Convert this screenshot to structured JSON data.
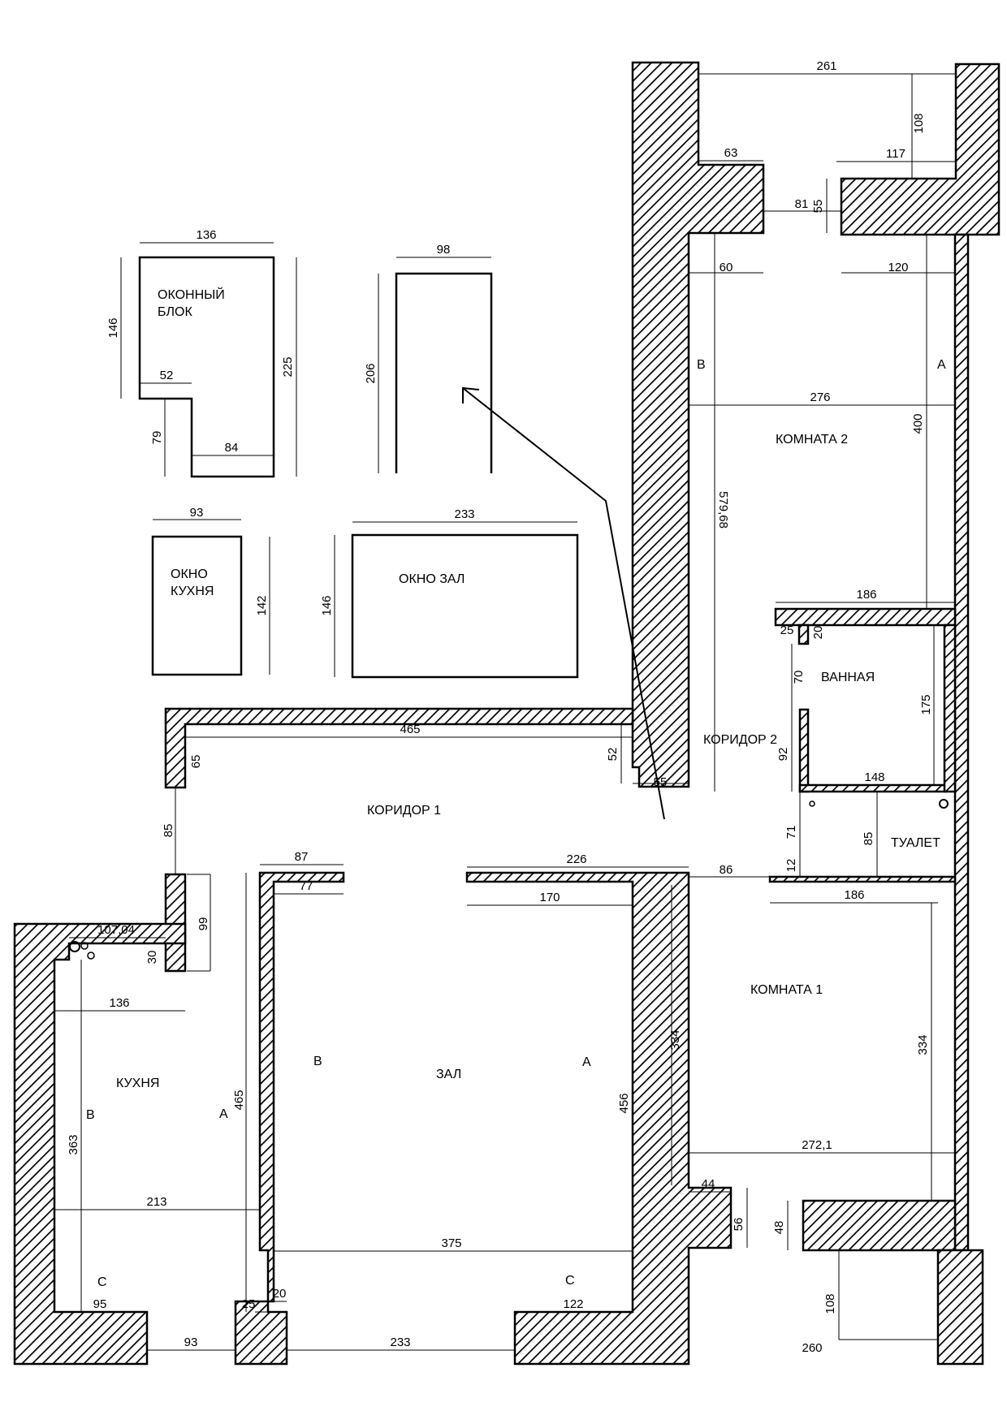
{
  "rooms": {
    "kitchen": "КУХНЯ",
    "hall": "ЗАЛ",
    "room1": "КОМНАТА 1",
    "room2": "КОМНАТА 2",
    "corridor1": "КОРИДОР 1",
    "corridor2": "КОРИДОР 2",
    "bathroom": "ВАННАЯ",
    "toilet": "ТУАЛЕТ"
  },
  "wall_marks": {
    "a": "A",
    "b": "B",
    "c": "C"
  },
  "details": {
    "window_block_line1": "ОКОННЫЙ",
    "window_block_line2": "БЛОК",
    "kitchen_window_line1": "ОКНО",
    "kitchen_window_line2": "КУХНЯ",
    "hall_window": "ОКНО ЗАЛ"
  },
  "dims": {
    "d261": "261",
    "d108": "108",
    "d63": "63",
    "d117": "117",
    "d81": "81",
    "d55": "55",
    "d60": "60",
    "d120": "120",
    "d276": "276",
    "d400": "400",
    "d579": "579,68",
    "d186a": "186",
    "d25": "25",
    "d20": "20",
    "d70": "70",
    "d175": "175",
    "d92": "92",
    "d148": "148",
    "d85": "85",
    "d71": "71",
    "d12": "12",
    "d86": "86",
    "d186b": "186",
    "d226": "226",
    "d170": "170",
    "d334a": "334",
    "d334b": "334",
    "d456": "456",
    "d272": "272,1",
    "d44": "44",
    "d56": "56",
    "d48": "48",
    "d108b": "108",
    "d260": "260",
    "d465a": "465",
    "d65": "65",
    "d52": "52",
    "d55b": "55",
    "d85b": "85",
    "d87": "87",
    "d77": "77",
    "d465b": "465",
    "d375": "375",
    "d122": "122",
    "d233": "233",
    "d20b": "20",
    "d25b": "25",
    "d93": "93",
    "d95": "95",
    "d213": "213",
    "d363": "363",
    "d136": "136",
    "d107": "107,04",
    "d30": "30",
    "d99": "99",
    "w136": "136",
    "w146": "146",
    "w225": "225",
    "w52": "52",
    "w79": "79",
    "w84": "84",
    "w98": "98",
    "w206": "206",
    "w93": "93",
    "w142": "142",
    "w233": "233",
    "w146b": "146"
  }
}
